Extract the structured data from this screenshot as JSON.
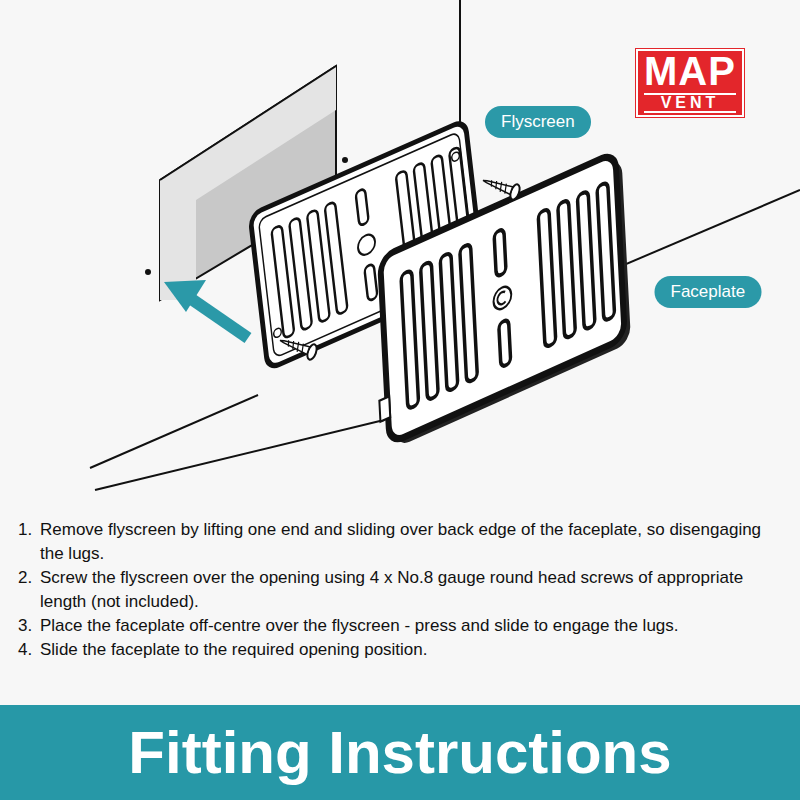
{
  "diagram": {
    "title": "Fitting Instructions",
    "nodes": [
      {
        "text": [
          "MAP",
          "VENT"
        ]
      },
      {
        "text": [
          "Flyscreen"
        ]
      },
      {
        "text": [
          "Faceplate"
        ]
      }
    ],
    "labels": [
      "1.",
      "Remove flyscreen by lifting one end and sliding over back edge of the faceplate, so disengaging the lugs.",
      "2.",
      "Screw the flyscreen over the opening using 4 x No.8 gauge round head screws of appropriate length (not included).",
      "3.",
      "Place the faceplate off-centre over the flyscreen - press and slide to engage the lugs.",
      "4.",
      "Slide the faceplate to the required opening position."
    ]
  }
}
